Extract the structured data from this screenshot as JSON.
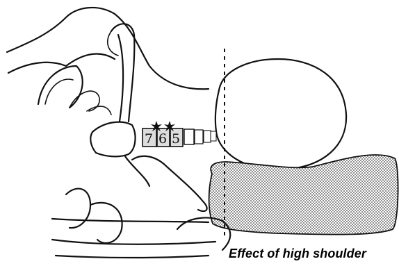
{
  "caption": "Effect of high shoulder",
  "vertebrae_labels": [
    "7",
    "6",
    "5"
  ],
  "colors": {
    "line": "#111111",
    "dots": "#444444",
    "background": "#ffffff"
  }
}
